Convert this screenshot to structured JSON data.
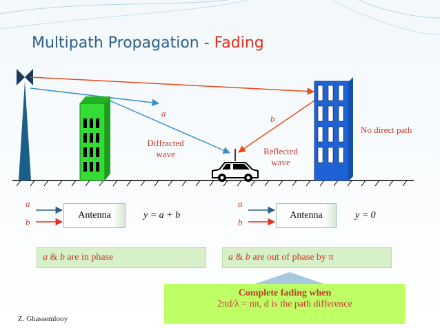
{
  "title": {
    "main": "Multipath Propagation - ",
    "accent": "Fading"
  },
  "diagram": {
    "label_a": "a",
    "label_b": "b",
    "diffracted_line1": "Diffracted",
    "diffracted_line2": "wave",
    "reflected_line1": "Reflected",
    "reflected_line2": "wave",
    "no_direct_path": "No direct path"
  },
  "left_case": {
    "input_a": "a",
    "input_b": "b",
    "antenna": "Antenna",
    "output_eq": "y = a + b",
    "note_a": "a",
    "note_mid": " & ",
    "note_b": "b",
    "note_rest": " are in phase"
  },
  "right_case": {
    "input_a": "a",
    "input_b": "b",
    "antenna": "Antenna",
    "output_eq": "y = 0",
    "note_a": "a",
    "note_mid": " & ",
    "note_b": "b",
    "note_rest": " are out of phase by π"
  },
  "callout": {
    "line1": "Complete fading when",
    "line2": "2πd/λ = nπ, d is the path difference"
  },
  "author": "Z. Ghassemlooy",
  "colors": {
    "title": "#2e5e83",
    "accent": "#e0301e",
    "building_left": "#33dd33",
    "building_right": "#1e63d6",
    "diffracted_ray": "#3a8fc7",
    "reflected_ray": "#e84a1a",
    "note_box": "#d8f0c8",
    "callout_box": "#bfff66"
  }
}
